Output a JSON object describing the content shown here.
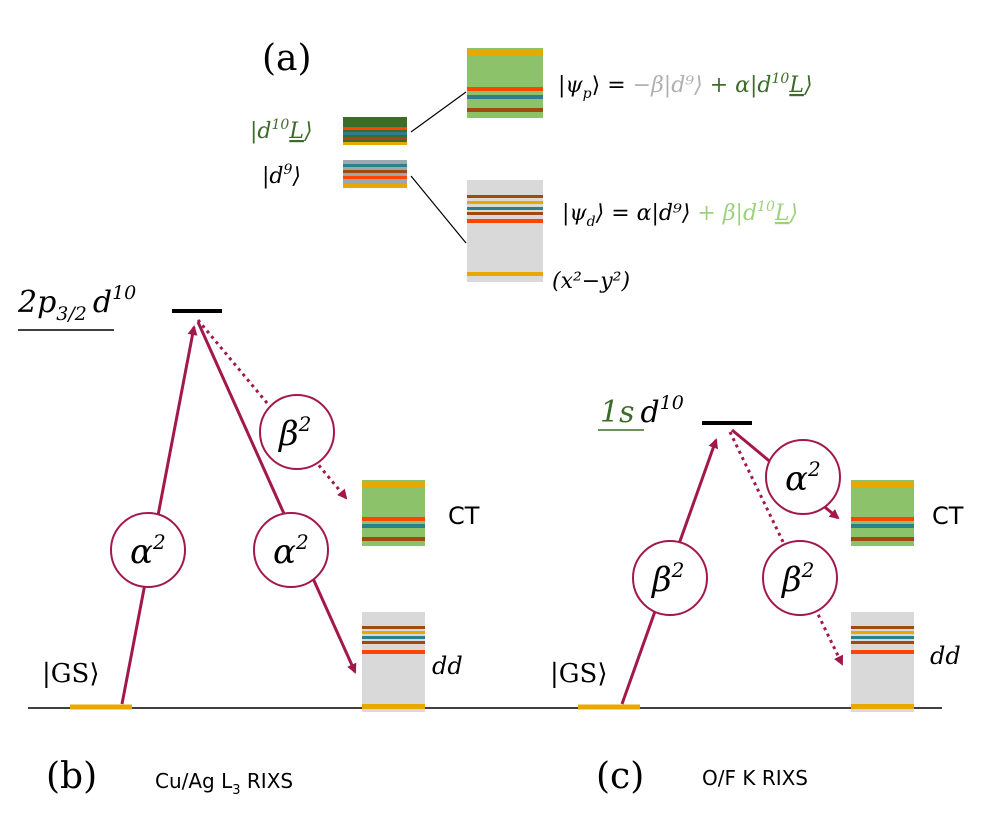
{
  "colors": {
    "arrow": "#a3184b",
    "ct_green": "#8cc26a",
    "dd_gray": "#d9d9d9",
    "gold": "#e8a800",
    "orange_red": "#ff4500",
    "teal": "#2e7f8c",
    "brown": "#a04a10",
    "dark_green": "#3d6b2a",
    "light_green": "#9fd17c",
    "light_gray_text": "#b0b0b0"
  },
  "panel_a": {
    "label": "(a)",
    "state_dL_prefix": "|d",
    "state_dL_sup": "10",
    "state_dL_L": "L",
    "state_dL_suffix": "⟩",
    "state_d9_prefix": "|d",
    "state_d9_sup": "9",
    "state_d9_suffix": "⟩",
    "psi_p_lhs": "|ψ",
    "psi_p_sub": "p",
    "psi_p_rhs": "⟩ =",
    "psi_p_term1": "−β|d⁹⟩",
    "psi_p_term2_prefix": "+ α|d",
    "psi_p_term2_sup": "10",
    "psi_p_term2_L": "L",
    "psi_p_term2_suffix": "⟩",
    "psi_d_lhs": "|ψ",
    "psi_d_sub": "d",
    "psi_d_rhs": "⟩ = α|d⁹⟩",
    "psi_d_term2_prefix": "+ β|d",
    "psi_d_term2_sup": "10",
    "psi_d_term2_L": "L",
    "psi_d_term2_suffix": "⟩",
    "orbital_label": "(x²−y²)"
  },
  "panel_b": {
    "label": "(b)",
    "caption_prefix": "Cu/Ag L",
    "caption_sub": "3",
    "caption_suffix": " RIXS",
    "intermediate_main": "2p",
    "intermediate_sub": "3/2",
    "intermediate_d": "d",
    "intermediate_sup": "10",
    "ground": "|GS⟩",
    "weight_up": "α",
    "weight_down": "α",
    "weight_dotted": "β",
    "weight_sup": "2",
    "ct_label": "CT",
    "dd_label": "dd"
  },
  "panel_c": {
    "label": "(c)",
    "caption": "O/F K RIXS",
    "intermediate_main": "1s",
    "intermediate_d": "d",
    "intermediate_sup": "10",
    "ground": "|GS⟩",
    "weight_up": "β",
    "weight_solid": "α",
    "weight_dotted": "β",
    "weight_sup": "2",
    "ct_label": "CT",
    "dd_label": "dd"
  }
}
